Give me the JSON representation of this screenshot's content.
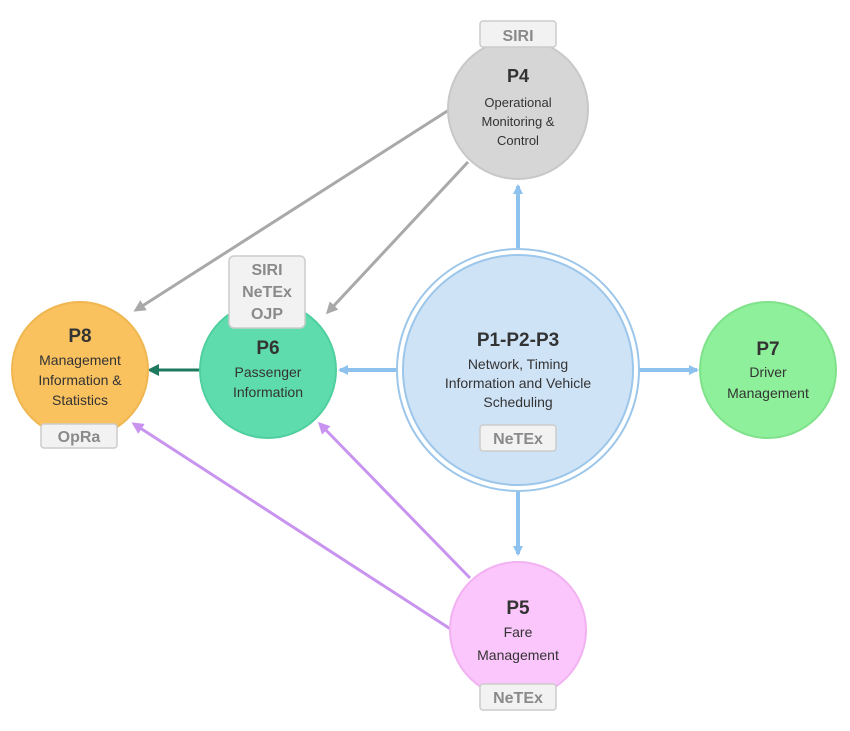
{
  "nodes": {
    "p4": {
      "title": "P4",
      "lines": [
        "Operational",
        "Monitoring &",
        "Control"
      ],
      "tag": "SIRI",
      "fill": "#d6d6d6",
      "stroke": "#c8c8c8"
    },
    "p123": {
      "title": "P1-P2-P3",
      "lines": [
        "Network, Timing",
        "Information and Vehicle",
        "Scheduling"
      ],
      "tag": "NeTEx",
      "fill": "#cfe3f7",
      "stroke": "#9cc6ea"
    },
    "p6": {
      "title": "P6",
      "lines": [
        "Passenger",
        "Information"
      ],
      "tags": [
        "SIRI",
        "NeTEx",
        "OJP"
      ],
      "fill": "#5fdcae",
      "stroke": "#4fcf9f"
    },
    "p7": {
      "title": "P7",
      "lines": [
        "Driver",
        "Management"
      ],
      "fill": "#8ef09a",
      "stroke": "#7fe28b"
    },
    "p8": {
      "title": "P8",
      "lines": [
        "Management",
        "Information &",
        "Statistics"
      ],
      "tag": "OpRa",
      "fill": "#f9c25f",
      "stroke": "#f0b650"
    },
    "p5": {
      "title": "P5",
      "lines": [
        "Fare",
        "Management"
      ],
      "tag": "NeTEx",
      "fill": "#fbc6fb",
      "stroke": "#f2b2f2"
    }
  },
  "colors": {
    "blue_arrow": "#8ec2ee",
    "grey_arrow": "#a9a9a9",
    "purple_arrow": "#c894ef",
    "green_arrow": "#1e7a5e",
    "tag_fill": "#f2f2f2",
    "tag_stroke": "#cccccc",
    "tag_text": "#8a8a8a"
  }
}
